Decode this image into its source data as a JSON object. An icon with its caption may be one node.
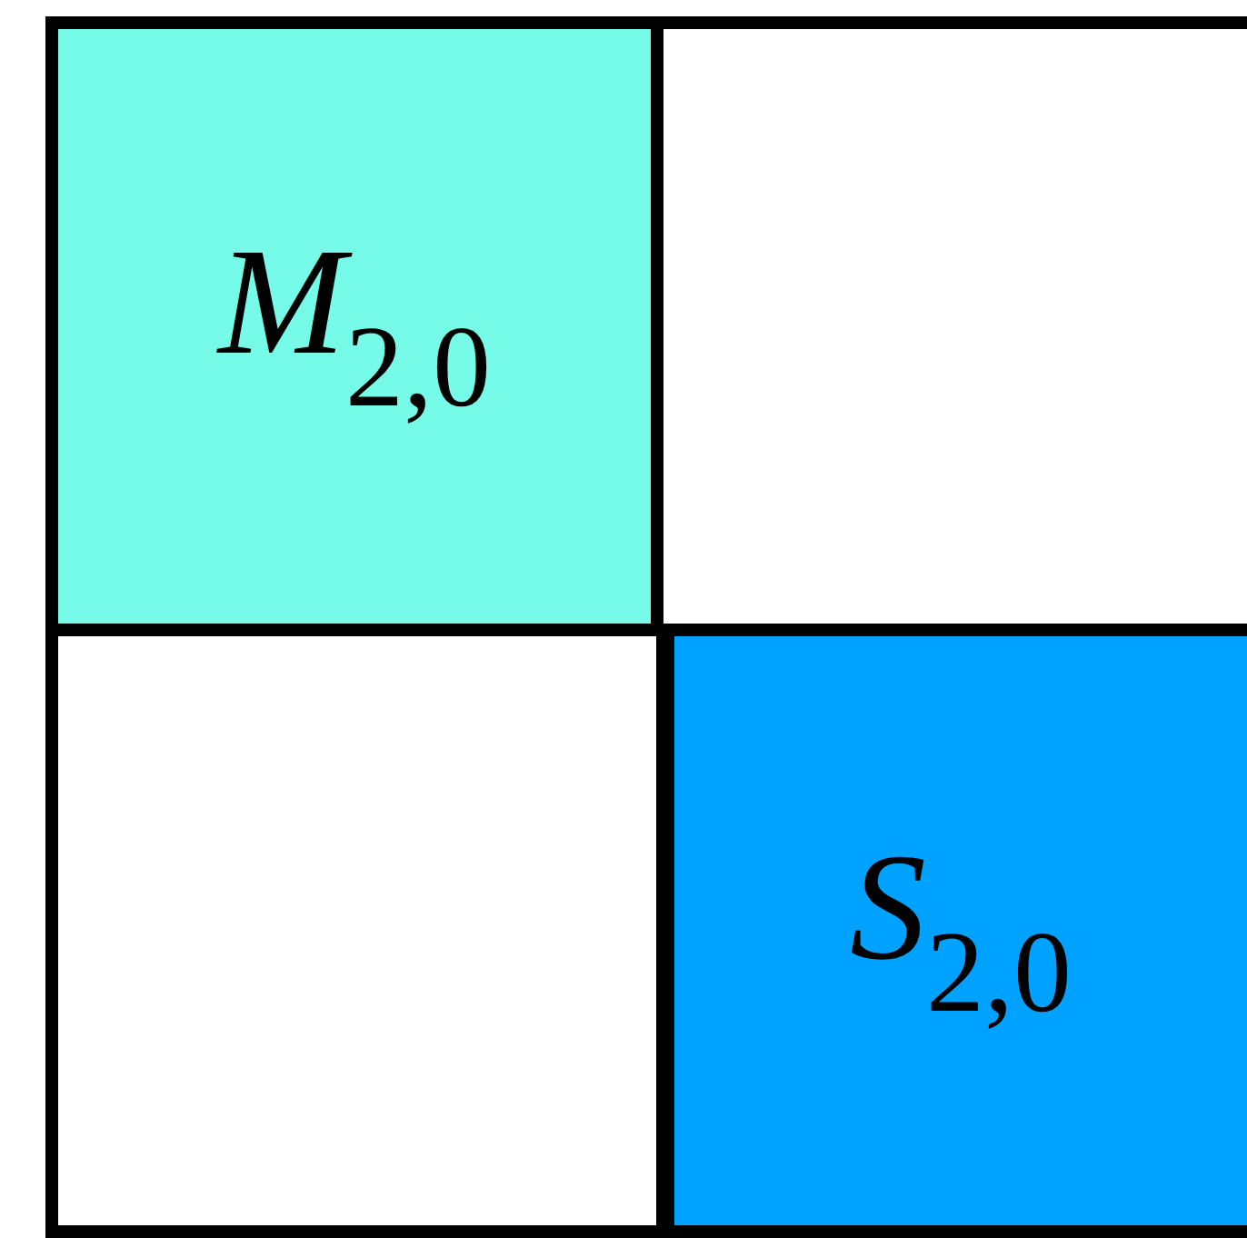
{
  "diagram": {
    "nodes": [
      {
        "text": [
          "*M*$_{2,0}$"
        ]
      },
      {
        "text": [],
        "shape": "box"
      },
      {
        "text": [],
        "shape": "box"
      },
      {
        "text": [
          "*S*$_{2,0}$"
        ]
      }
    ]
  }
}
